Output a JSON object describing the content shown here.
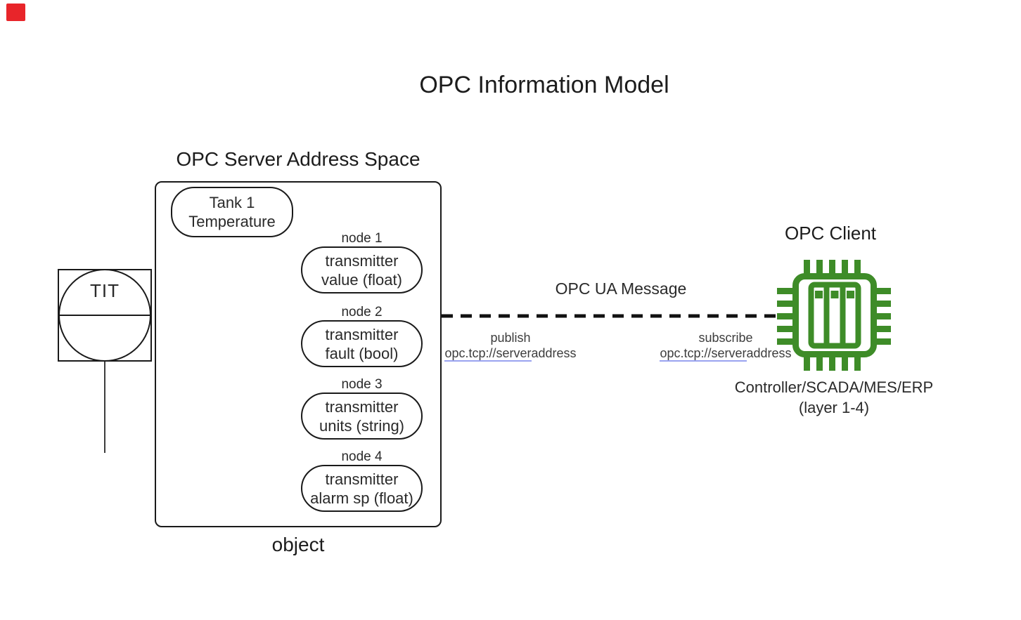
{
  "title": "OPC Information Model",
  "colors": {
    "accent_green": "#3e8c28",
    "line_black": "#1a1a1a",
    "link_underline": "#99a3f0",
    "record_red": "#e8252a"
  },
  "server": {
    "heading": "OPC Server Address Space",
    "object_label": "object",
    "root_node": {
      "line1": "Tank 1",
      "line2": "Temperature"
    },
    "nodes": [
      {
        "label": "node 1",
        "line1": "transmitter",
        "line2": "value (float)"
      },
      {
        "label": "node 2",
        "line1": "transmitter",
        "line2": "fault (bool)"
      },
      {
        "label": "node 3",
        "line1": "transmitter",
        "line2": "units (string)"
      },
      {
        "label": "node 4",
        "line1": "transmitter",
        "line2": "alarm sp (float)"
      }
    ]
  },
  "instrument": {
    "tag": "TIT"
  },
  "message": {
    "label": "OPC UA Message",
    "publish": {
      "action": "publish",
      "url_underlined": "opc.tcp://server",
      "url_rest": "address"
    },
    "subscribe": {
      "action": "subscribe",
      "url_underlined": "opc.tcp://server",
      "url_rest": "address"
    }
  },
  "client": {
    "heading": "OPC Client",
    "icon": "microchip-icon",
    "caption_line1": "Controller/SCADA/MES/ERP",
    "caption_line2": "(layer 1-4)"
  }
}
